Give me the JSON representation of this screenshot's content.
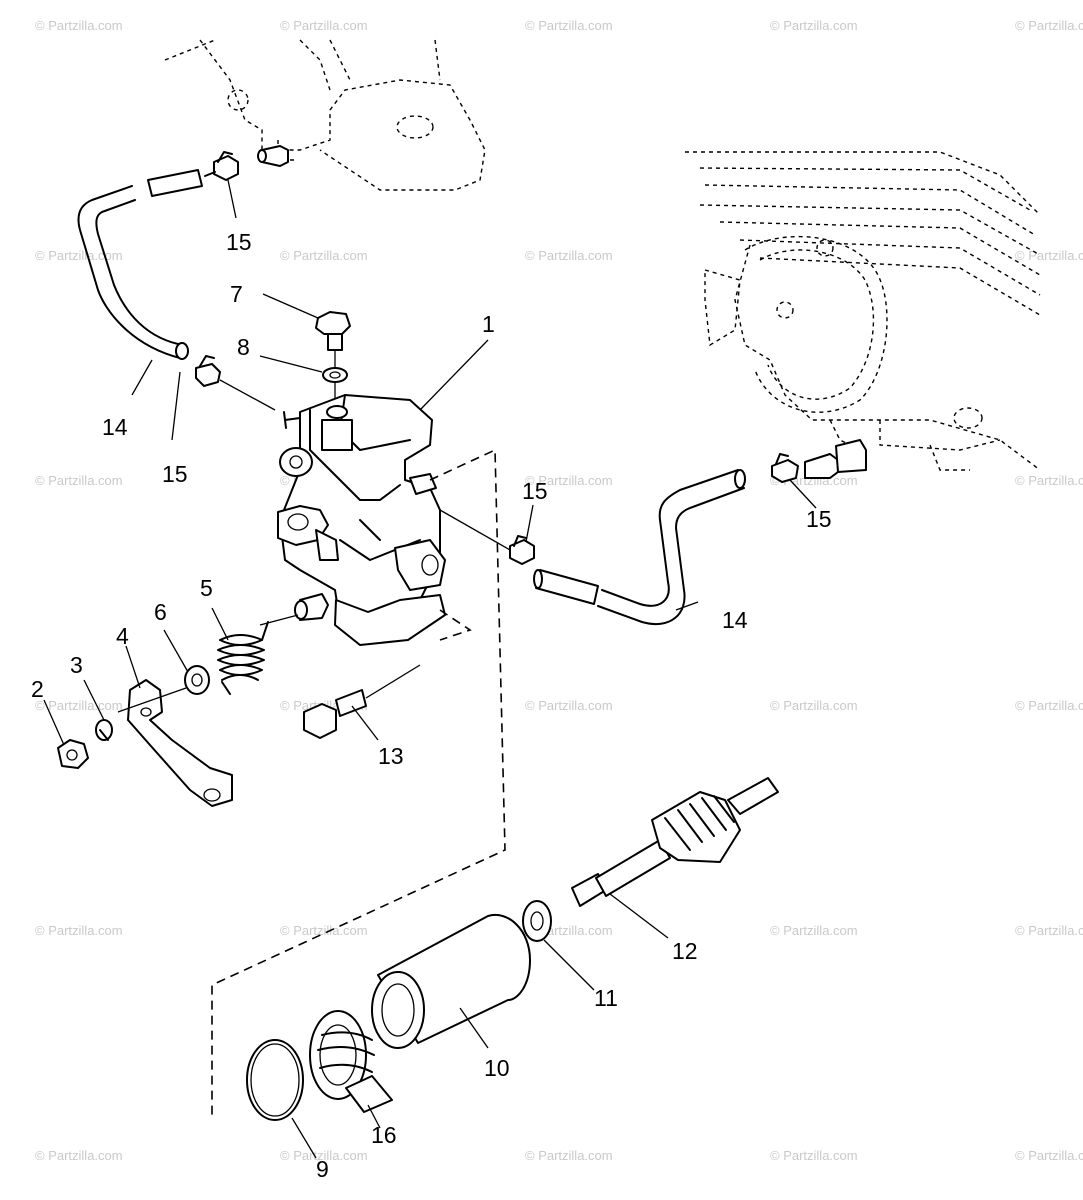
{
  "watermark": "© Partzilla.com",
  "callouts": {
    "c1": "1",
    "c2": "2",
    "c3": "3",
    "c4": "4",
    "c5": "5",
    "c6": "6",
    "c7": "7",
    "c8": "8",
    "c9": "9",
    "c10": "10",
    "c11": "11",
    "c12": "12",
    "c13": "13",
    "c14a": "14",
    "c14b": "14",
    "c15a": "15",
    "c15b": "15",
    "c15c": "15",
    "c15d": "15",
    "c16": "16"
  }
}
